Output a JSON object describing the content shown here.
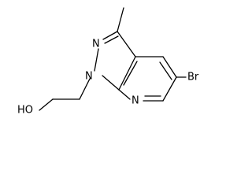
{
  "molecule": {
    "atoms": {
      "n1": "N",
      "n2": "N",
      "n7": "N",
      "br": "Br",
      "oh": "HO"
    }
  }
}
